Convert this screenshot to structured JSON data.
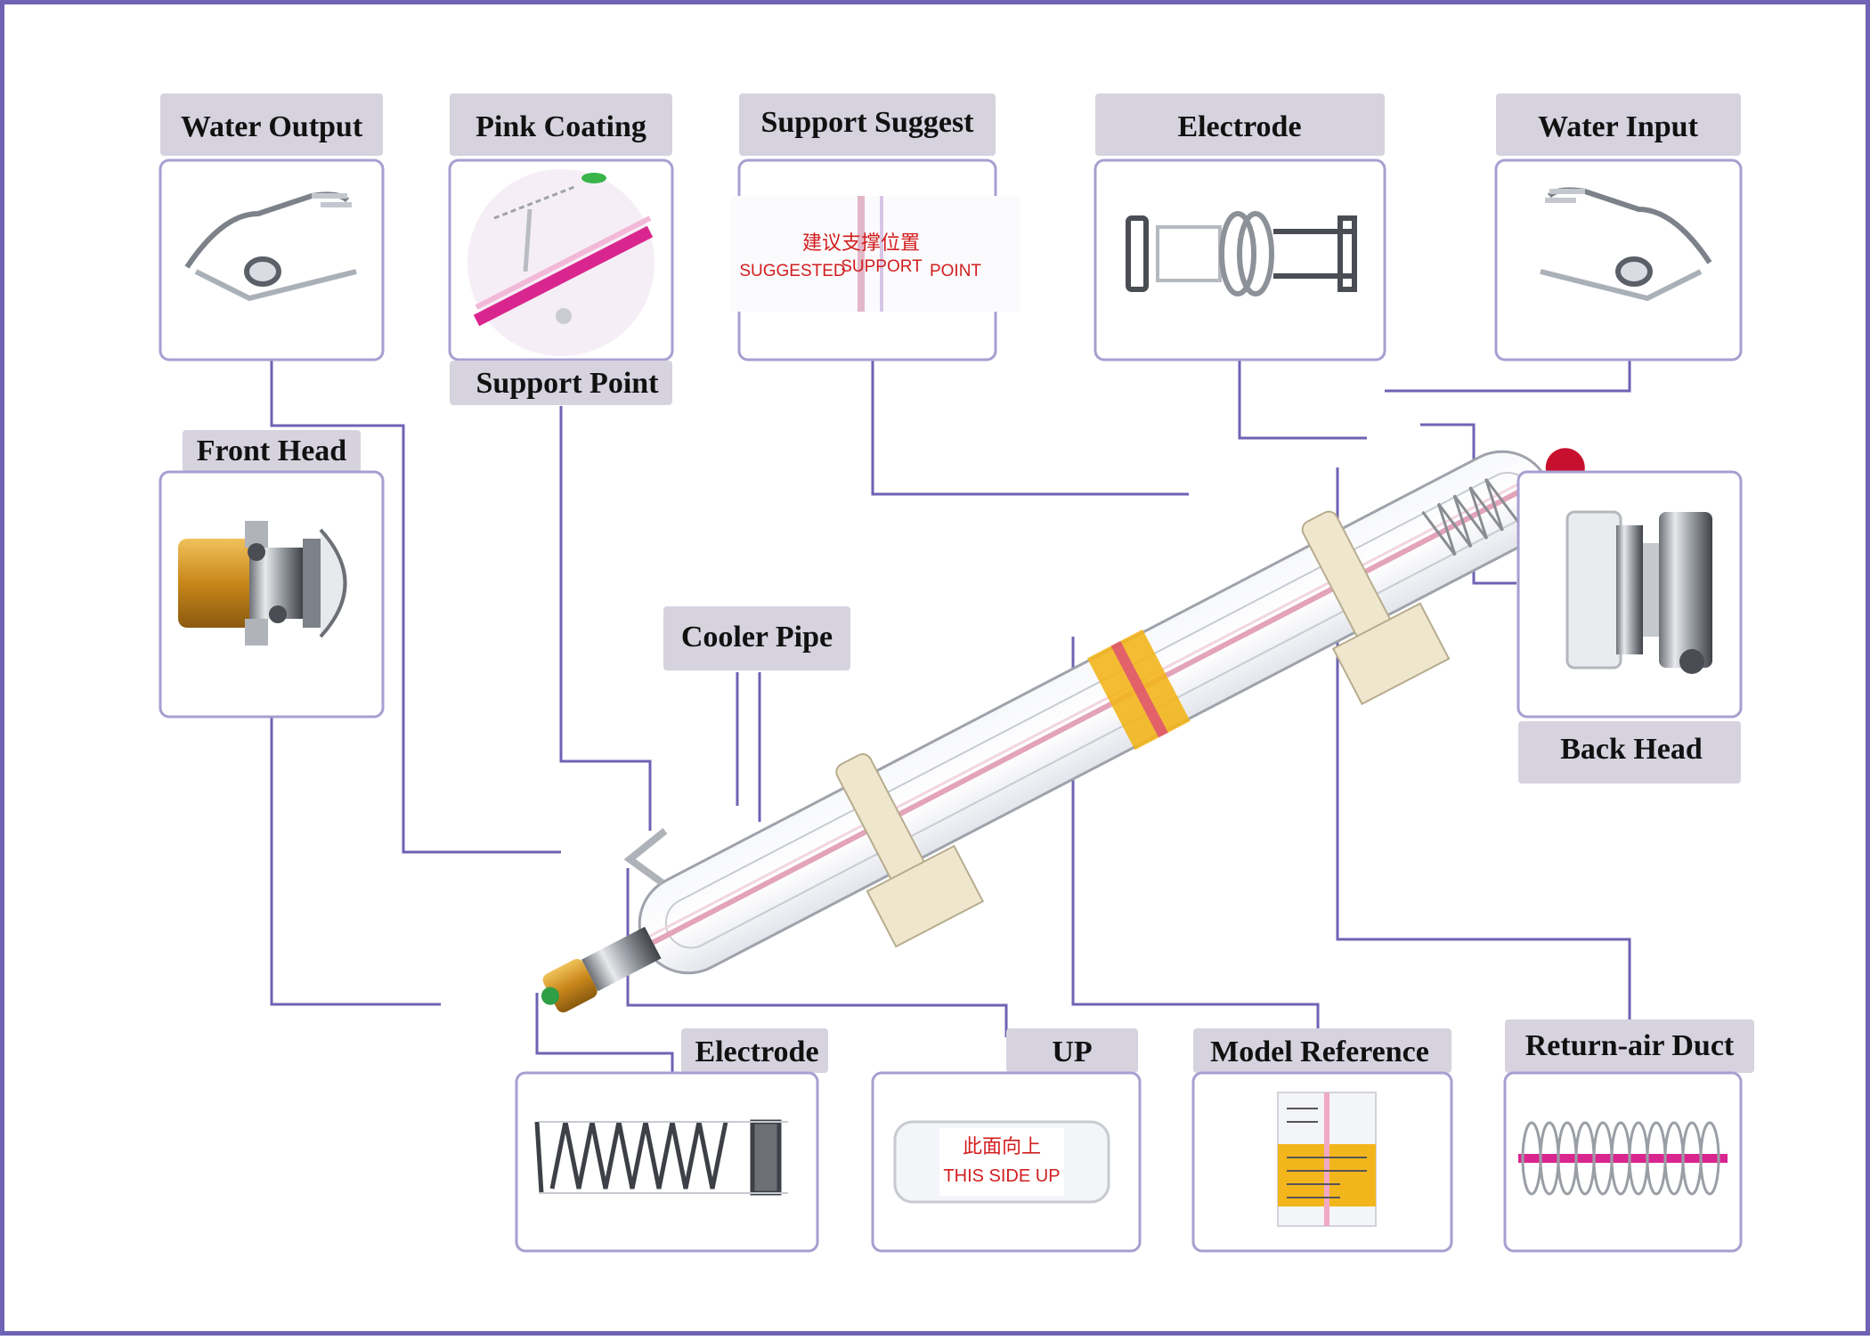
{
  "colors": {
    "border": "#6e63b4",
    "label_bg": "#d6d3df",
    "line": "#6e63b4",
    "text": "#111111",
    "warning_yellow": "#f2b51c",
    "pink_coating": "#d9268f",
    "brass": "#d99a22",
    "red_cap": "#c8102e"
  },
  "labels": {
    "water_output": "Water Output",
    "pink_coating": "Pink Coating",
    "support_suggest": "Support Suggest",
    "electrode_top": "Electrode",
    "water_input": "Water Input",
    "support_point": "Support Point",
    "front_head": "Front Head",
    "back_head": "Back Head",
    "cooler_pipe": "Cooler Pipe",
    "electrode_bottom": "Electrode",
    "up": "UP",
    "model_reference": "Model Reference",
    "return_air_duct": "Return-air Duct"
  },
  "captions": {
    "support_cn": "建议支撑位置",
    "support_en_1": "SUGGESTED",
    "support_en_2": "SUPPORT",
    "support_en_3": "POINT",
    "up_cn": "此面向上",
    "up_en": "THIS SIDE UP"
  },
  "icons": [
    "water-nozzle-icon",
    "pink-coating-detail-icon",
    "support-sticker-icon",
    "electrode-tube-icon",
    "front-head-icon",
    "back-head-icon",
    "spring-electrode-icon",
    "up-sticker-icon",
    "model-label-icon",
    "return-air-coil-icon",
    "laser-tube-icon"
  ]
}
